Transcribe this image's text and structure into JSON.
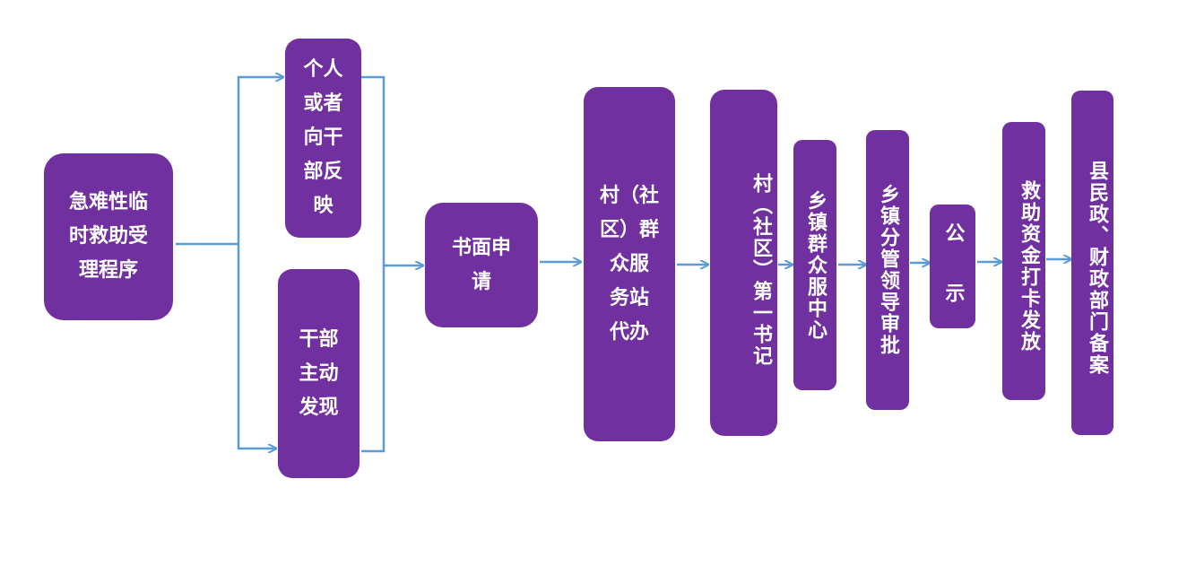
{
  "colors": {
    "box": "#7030a0",
    "arrow": "#5b9bd5"
  },
  "nodes": {
    "start": {
      "lines": [
        "急难性临",
        "时救助受",
        "理程序"
      ]
    },
    "report": {
      "lines": [
        "个人",
        "或者",
        "向干",
        "部反",
        "映"
      ]
    },
    "discover": {
      "lines": [
        "干部",
        "主动",
        "发现"
      ]
    },
    "written": {
      "lines": [
        "书面申",
        "请"
      ]
    },
    "village": {
      "lines": [
        "村（社",
        "区）群",
        "众服",
        "务站",
        "代办"
      ]
    },
    "secretary": {
      "text": "村（社区）第一书记"
    },
    "township": {
      "text": "乡镇群众服中心"
    },
    "leader": {
      "text": "乡镇分管领导审批"
    },
    "publicize": {
      "text": "公 示"
    },
    "funds": {
      "text": "救助资金打卡发放"
    },
    "county": {
      "text": "县民政、财政部门备案"
    }
  }
}
